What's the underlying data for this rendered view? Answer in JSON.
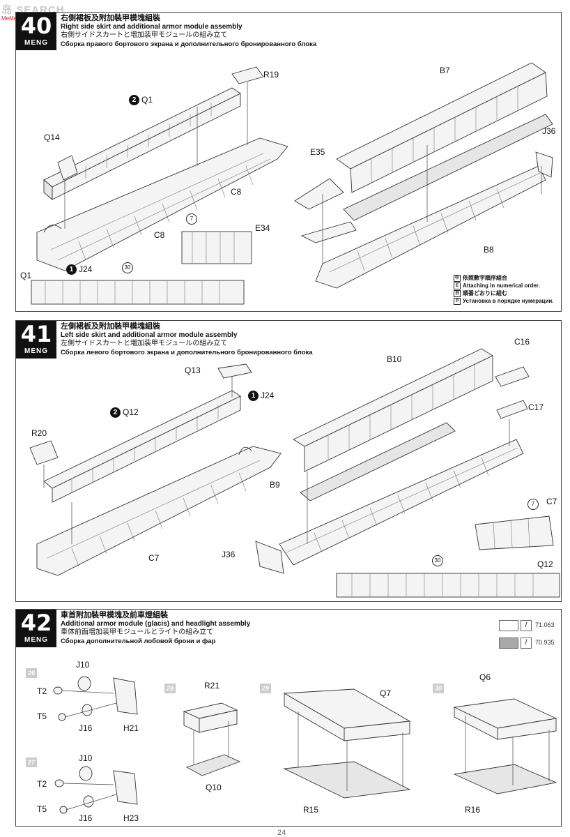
{
  "watermark": {
    "text": "SEARCH",
    "prefix": "岛",
    "sub": "MeMe.com.cn"
  },
  "brand": "MENG",
  "step40": {
    "number": "40",
    "title_zh": "右側裙板及附加裝甲模塊組裝",
    "title_en": "Right side skirt and additional armor module assembly",
    "title_ja": "右側サイドスカートと増加装甲モジュールの組み立て",
    "title_ru": "Сборка правого бортового экрана и дополнительного бронированного блока",
    "labels": {
      "r19": "R19",
      "q1": "Q1",
      "q14": "Q14",
      "c8": "C8",
      "c8b": "C8",
      "j24": "J24",
      "q1b": "Q1",
      "b7": "B7",
      "j36": "J36",
      "e35": "E35",
      "e34": "E34",
      "b8": "B8"
    },
    "circles": {
      "two": "2",
      "one": "1",
      "seven": "7",
      "thirty": "30"
    },
    "legend": [
      {
        "icon": "中",
        "text": "依照數字順序組合"
      },
      {
        "icon": "E",
        "text": "Attaching in numerical order."
      },
      {
        "icon": "日",
        "text": "順番どおりに組む"
      },
      {
        "icon": "Р",
        "text": "Установка в порядке нумерации."
      }
    ]
  },
  "step41": {
    "number": "41",
    "title_zh": "左側裙板及附加裝甲模塊組裝",
    "title_en": "Left side skirt and additional armor module assembly",
    "title_ja": "左側サイドスカートと増加装甲モジュールの組み立て",
    "title_ru": "Сборка левого бортового экрана и дополнительного бронированного блока",
    "labels": {
      "q13": "Q13",
      "q12": "Q12",
      "j24": "J24",
      "r20": "R20",
      "c7": "C7",
      "b10": "B10",
      "c16": "C16",
      "c17": "C17",
      "b9": "B9",
      "c7b": "C7",
      "j36": "J36",
      "q12b": "Q12"
    },
    "circles": {
      "two": "2",
      "one": "1",
      "seven": "7",
      "thirty": "30"
    }
  },
  "step42": {
    "number": "42",
    "title_zh": "車首附加裝甲模塊及前車燈組裝",
    "title_en": "Additional armor module (glacis) and headlight assembly",
    "title_ja": "車体前面増加装甲モジュールとライトの組み立て",
    "title_ru": "Сборка дополнительной лобовой брони и фар",
    "paints": [
      {
        "code": "71.063",
        "color": "#ffffff"
      },
      {
        "code": "70.935",
        "color": "#a9a9a9"
      }
    ],
    "sub26": {
      "num": "26",
      "j10": "J10",
      "t2": "T2",
      "t5": "T5",
      "j16": "J16",
      "h21": "H21"
    },
    "sub27": {
      "num": "27",
      "j10": "J10",
      "t2": "T2",
      "t5": "T5",
      "j16": "J16",
      "h23": "H23"
    },
    "sub28": {
      "num": "28",
      "r21": "R21",
      "q10": "Q10"
    },
    "sub29": {
      "num": "29",
      "q7": "Q7",
      "r15": "R15"
    },
    "sub30": {
      "num": "30",
      "q6": "Q6",
      "r16": "R16"
    }
  },
  "page_number": "24"
}
